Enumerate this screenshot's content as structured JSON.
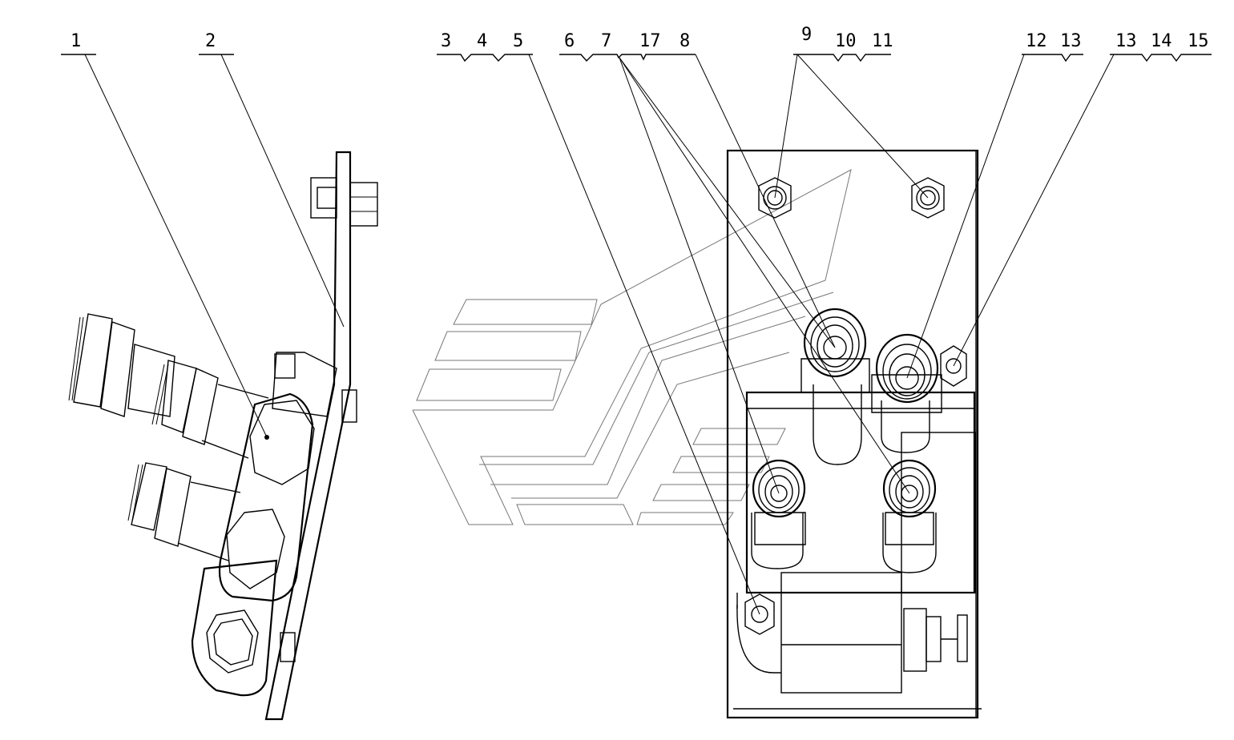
{
  "callouts": {
    "c1": "1",
    "c2": "2",
    "c3": "3",
    "c4": "4",
    "c5": "5",
    "c6": "6",
    "c7": "7",
    "c8": "17",
    "c9": "8",
    "c10": "9",
    "c11": "10",
    "c12": "11",
    "c13": "12",
    "c14": "13",
    "c15": "13",
    "c16": "14",
    "c17": "15"
  }
}
